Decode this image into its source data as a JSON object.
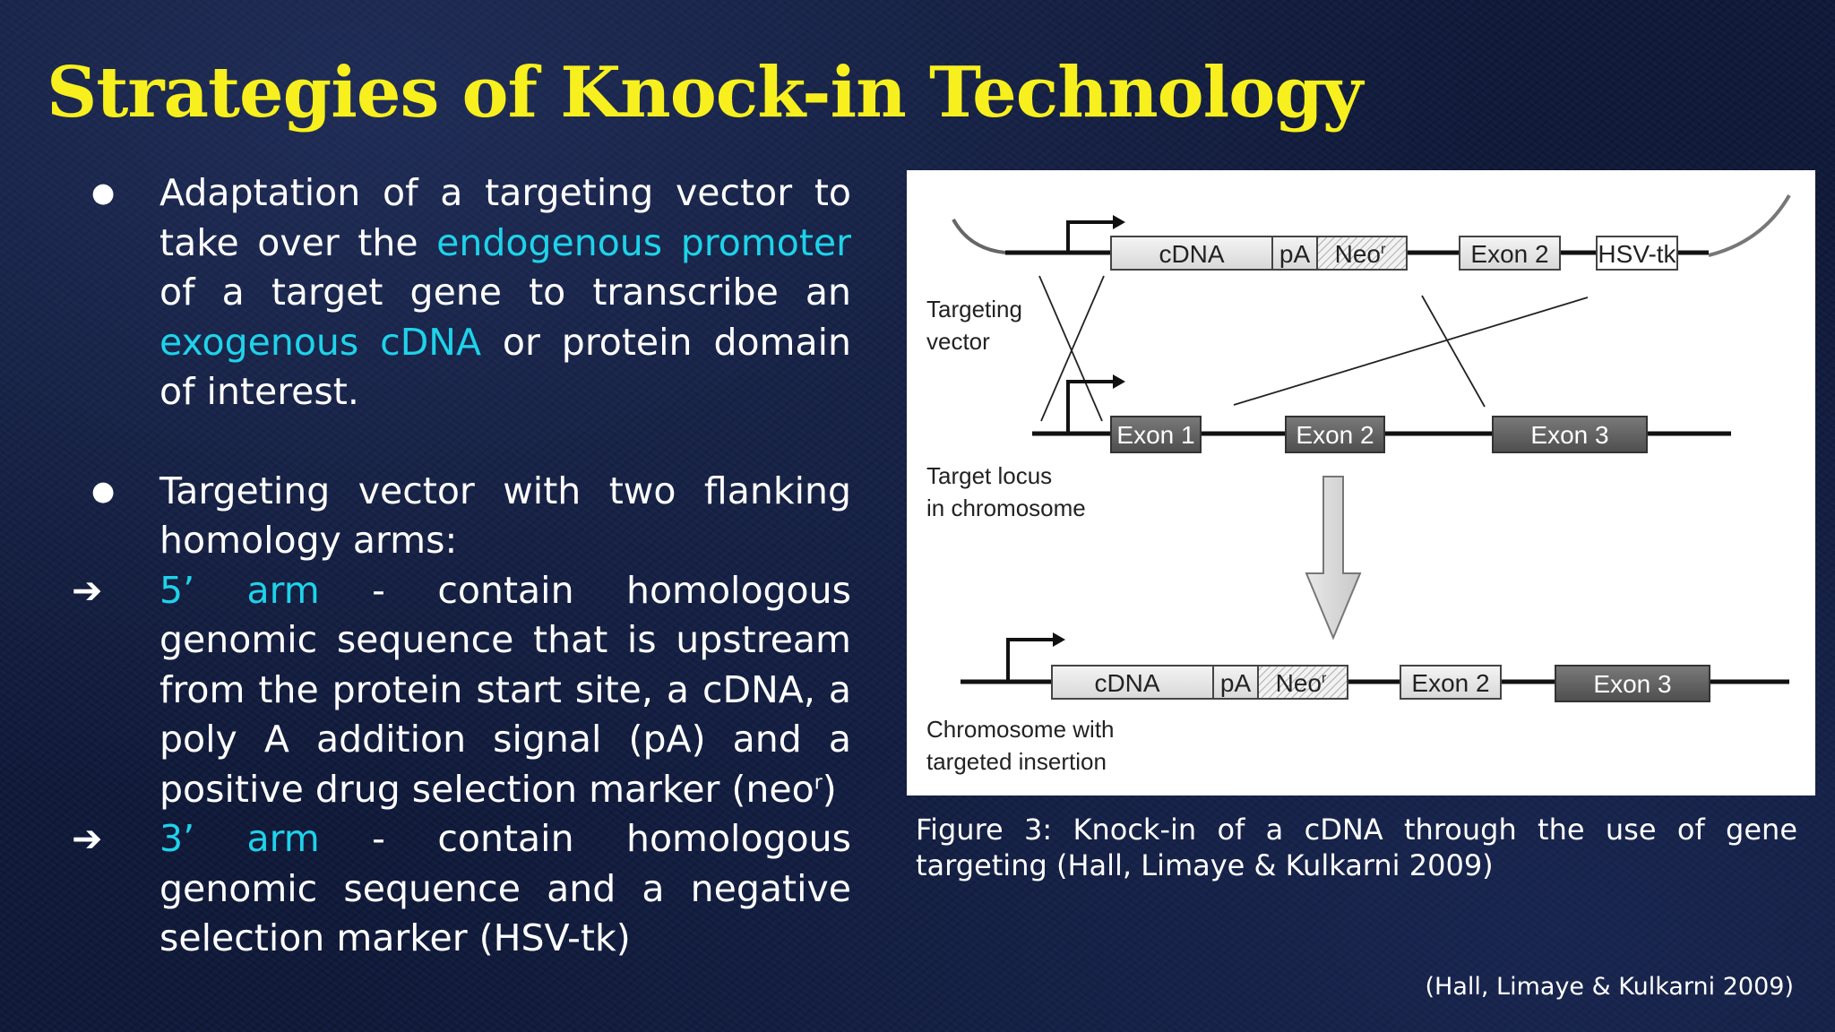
{
  "slide": {
    "title": "Strategies of Knock-in Technology",
    "bullets": {
      "b1": {
        "marker": "●",
        "t1": "Adaptation of a targeting vector to take over the ",
        "h1": "endogenous promoter",
        "t2": " of a target gene to transcribe an ",
        "h2": "exogenous cDNA",
        "t3": " or protein domain of interest."
      },
      "b2": {
        "marker": "●",
        "text": "Targeting vector with two flanking homology arms:"
      },
      "a1": {
        "marker": "➔",
        "h": "5’ arm",
        "t1": " - contain homologous genomic sequence that is upstream from the protein start site, a cDNA, a poly A addition signal (pA) and a positive drug selection marker (neo",
        "sup": "r",
        "t2": ")"
      },
      "a2": {
        "marker": "➔",
        "h": "3’ arm",
        "t1": " - contain homologous genomic sequence and a negative selection marker (HSV-tk)"
      }
    },
    "figure": {
      "targeting_vector_label": [
        "Targeting",
        "vector"
      ],
      "target_locus_label": [
        "Target locus",
        "in chromosome"
      ],
      "chromosome_label": [
        "Chromosome with",
        "targeted insertion"
      ],
      "boxes": {
        "cdna": "cDNA",
        "pa": "pA",
        "neo": "Neo",
        "neo_sup": "r",
        "exon1": "Exon 1",
        "exon2": "Exon 2",
        "exon3": "Exon 3",
        "hsvtk": "HSV-tk"
      }
    },
    "caption": "Figure 3: Knock-in of a cDNA through the use of gene targeting (Hall, Limaye & Kulkarni 2009)",
    "citation": "(Hall, Limaye & Kulkarni 2009)",
    "colors": {
      "title": "#f7f01e",
      "highlight": "#1ed3ea",
      "background": "#101a3a"
    }
  }
}
